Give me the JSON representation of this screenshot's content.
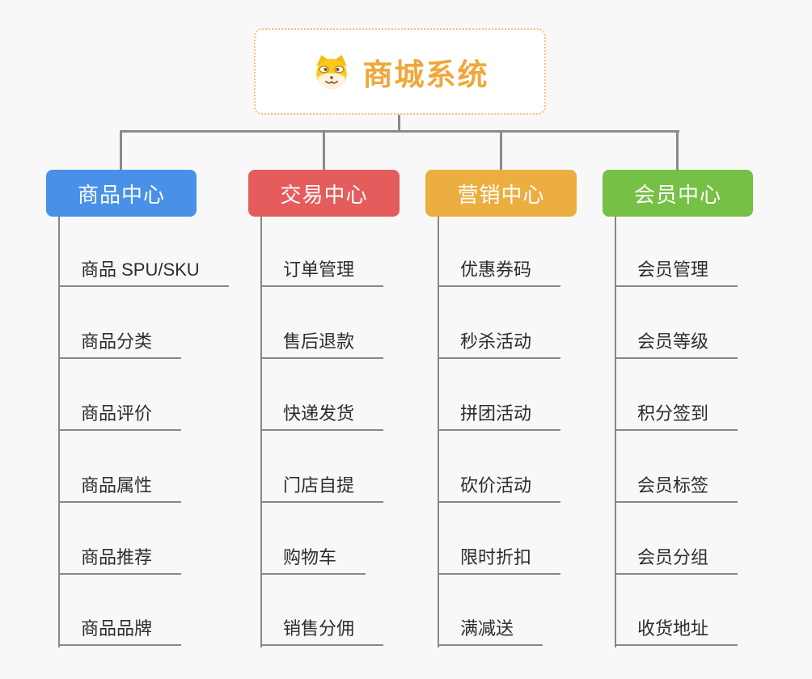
{
  "root": {
    "title": "商城系统",
    "icon": "shiba-dog-icon",
    "title_color": "#f0a73a",
    "border_color": "#f2c180"
  },
  "connector_color": "#8a8a8a",
  "branches": [
    {
      "label": "商品中心",
      "color": "#4991e8",
      "items": [
        "商品 SPU/SKU",
        "商品分类",
        "商品评价",
        "商品属性",
        "商品推荐",
        "商品品牌"
      ]
    },
    {
      "label": "交易中心",
      "color": "#e55c5c",
      "items": [
        "订单管理",
        "售后退款",
        "快递发货",
        "门店自提",
        "购物车",
        "销售分佣"
      ]
    },
    {
      "label": "营销中心",
      "color": "#ecae41",
      "items": [
        "优惠券码",
        "秒杀活动",
        "拼团活动",
        "砍价活动",
        "限时折扣",
        "满减送"
      ]
    },
    {
      "label": "会员中心",
      "color": "#76c045",
      "items": [
        "会员管理",
        "会员等级",
        "积分签到",
        "会员标签",
        "会员分组",
        "收货地址"
      ]
    }
  ]
}
